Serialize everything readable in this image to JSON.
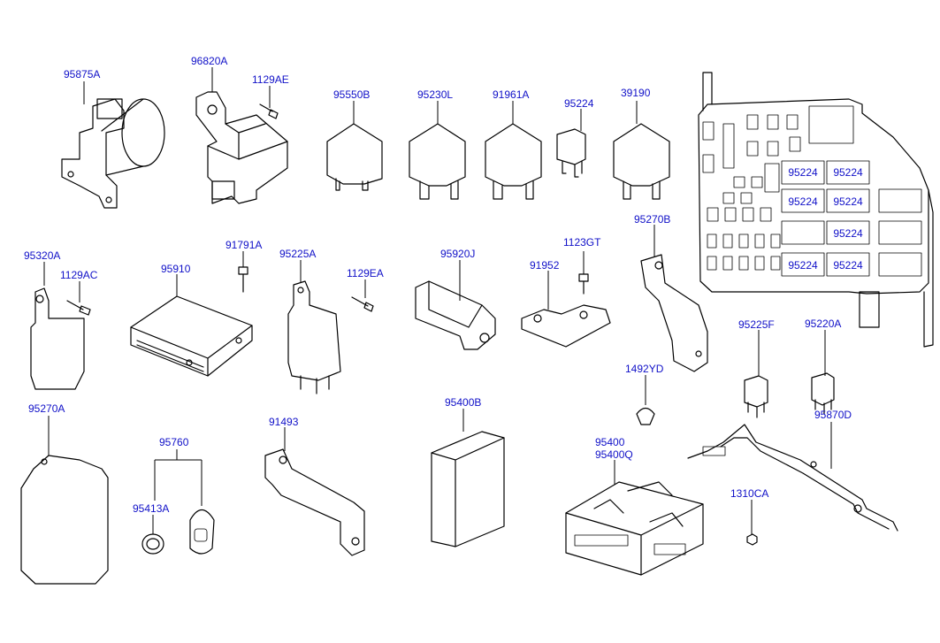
{
  "diagram": {
    "background": "#ffffff",
    "label_color": "#1010c8",
    "line_color": "#000000",
    "part_labels": [
      "95875A",
      "96820A",
      "1129AE",
      "95550B",
      "95230L",
      "91961A",
      "95224",
      "39190",
      "95320A",
      "1129AC",
      "95910",
      "91791A",
      "95225A",
      "1129EA",
      "95920J",
      "1123GT",
      "91952",
      "95270B",
      "95225F",
      "95220A",
      "1492YD",
      "95270A",
      "95760",
      "95413A",
      "91493",
      "95400B",
      "95400",
      "95400Q",
      "1310CA",
      "95870D"
    ],
    "fuse_box_labels": [
      "95224",
      "95224",
      "95224",
      "95224",
      "95224",
      "95224",
      "95224"
    ]
  }
}
